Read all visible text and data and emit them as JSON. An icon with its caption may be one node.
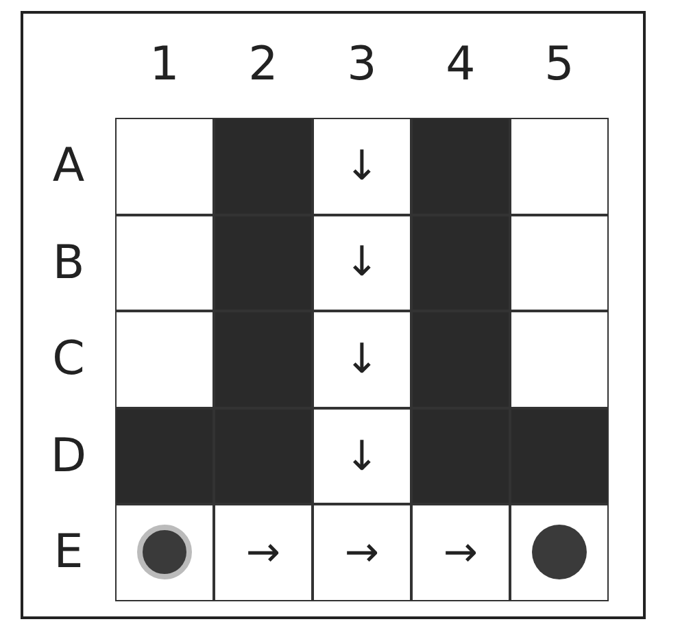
{
  "diagram": {
    "labels": [
      "1",
      "2",
      "3",
      "4",
      "5",
      "A",
      "↓",
      "B",
      "↓",
      "C",
      "↓",
      "D",
      "↓",
      "E",
      "→",
      "→",
      "→"
    ]
  }
}
